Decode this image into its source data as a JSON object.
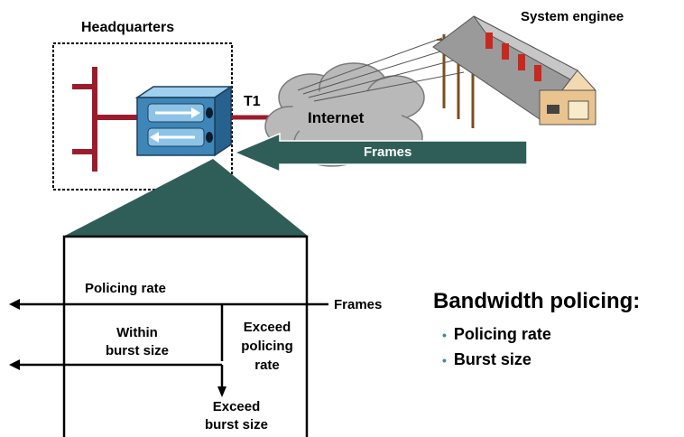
{
  "diagram": {
    "hq_label": "Headquarters",
    "t1_label": "T1",
    "internet_label": "Internet",
    "frames_arrow_label": "Frames",
    "site_label": "System enginee",
    "policing_rate_label": "Policing rate",
    "within_burst_line1": "Within",
    "within_burst_line2": "burst size",
    "exceed_rate_line1": "Exceed",
    "exceed_rate_line2": "policing",
    "exceed_rate_line3": "rate",
    "exceed_burst_line1": "Exceed",
    "exceed_burst_line2": "burst size",
    "frames_input_label": "Frames",
    "bandwidth_title": "Bandwidth policing:",
    "bullets": [
      "Policing rate",
      "Burst size"
    ],
    "colors": {
      "bus_red": "#9c1c2c",
      "router_blue": "#3f86b8",
      "arrow_teal": "#2f5e59",
      "cloud_gray": "#b9b9b9",
      "bullet_teal": "#3a8f8a"
    }
  }
}
